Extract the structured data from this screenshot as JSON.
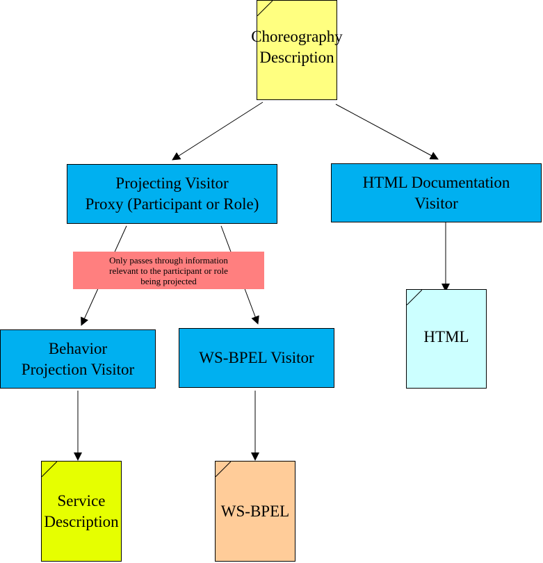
{
  "colors": {
    "process_fill": "#00b0f0",
    "choreography_fill": "#ffff80",
    "html_fill": "#ccffff",
    "service_fill": "#e6ff00",
    "wsbpel_fill": "#ffcc99",
    "note_fill": "#ff7f7f"
  },
  "nodes": {
    "choreography": "Choreography\nDescription",
    "projecting_visitor": "Projecting Visitor\nProxy (Participant or Role)",
    "html_visitor": "HTML Documentation\nVisitor",
    "behavior_visitor": "Behavior\nProjection Visitor",
    "wsbpel_visitor": "WS-BPEL Visitor",
    "html_doc": "HTML",
    "service_description": "Service\nDescription",
    "wsbpel_doc": "WS-BPEL"
  },
  "note": "Only passes through information\nrelevant to the participant or role\nbeing projected"
}
